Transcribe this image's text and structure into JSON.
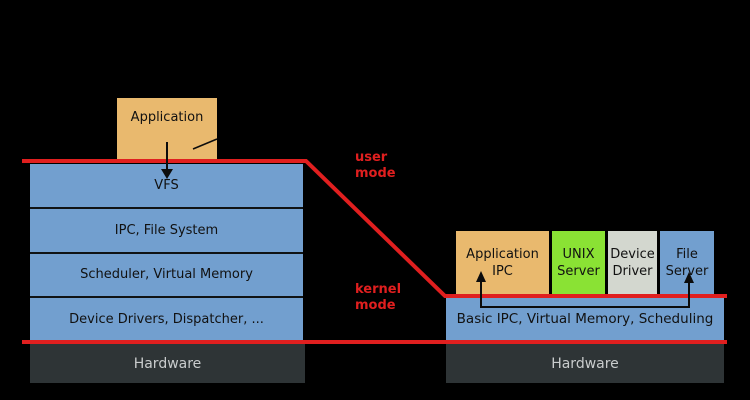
{
  "colors": {
    "background": "#000000",
    "boundary_red": "#e01f1f",
    "orange": "#e9b96e",
    "green": "#8ae234",
    "blue": "#729fcf",
    "gray": "#d3d7cf",
    "hardware_dark": "#2e3436",
    "text_dark": "#111111",
    "text_light": "#c9cccd"
  },
  "mode_labels": {
    "user_line1": "user",
    "user_line2": "mode",
    "kernel_line1": "kernel",
    "kernel_line2": "mode"
  },
  "monolithic": {
    "application_label": "Application",
    "kernel_layers": [
      "VFS",
      "IPC, File System",
      "Scheduler, Virtual Memory",
      "Device Drivers, Dispatcher, ..."
    ],
    "hardware_label": "Hardware"
  },
  "microkernel": {
    "servers": [
      {
        "line1": "Application",
        "line2": "IPC"
      },
      {
        "line1": "UNIX",
        "line2": "Server"
      },
      {
        "line1": "Device",
        "line2": "Driver"
      },
      {
        "line1": "File",
        "line2": "Server"
      }
    ],
    "kernel_label": "Basic IPC, Virtual Memory, Scheduling",
    "hardware_label": "Hardware"
  }
}
